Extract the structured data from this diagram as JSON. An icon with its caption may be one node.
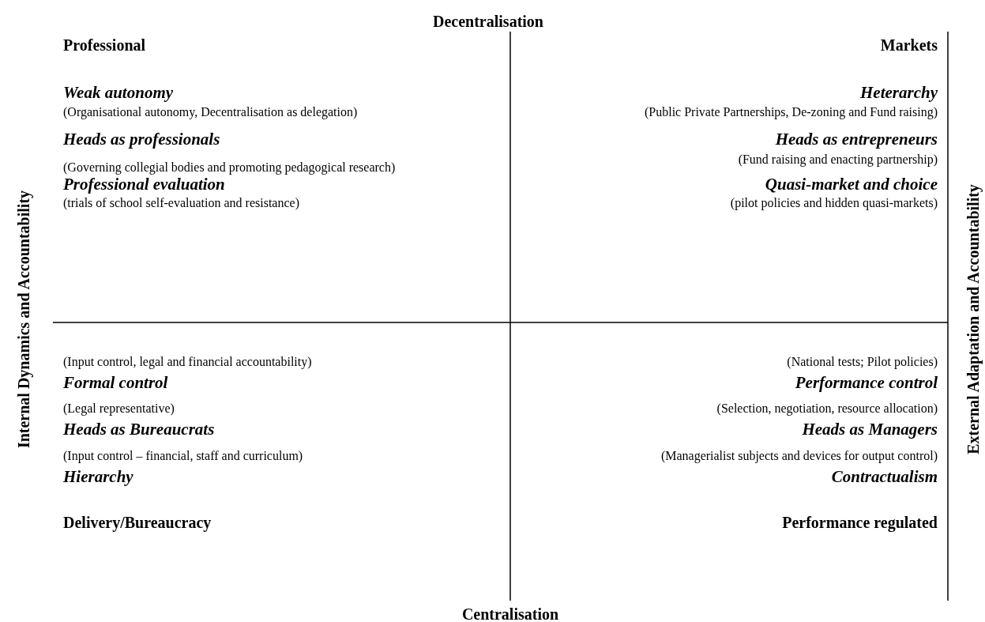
{
  "diagram": {
    "labels": [
      "Decentralisation",
      "Professional",
      "Markets",
      "Weak autonomy",
      "Heterarchy",
      "(Organisational autonomy, Decentralisation as delegation)",
      "(Public Private Partnerships, De-zoning and Fund raising)",
      "Heads as professionals",
      "Heads as entrepreneurs",
      "(Governing collegial bodies and promoting pedagogical research)",
      "(Fund raising and enacting partnership)",
      "Professional evaluation",
      "Quasi-market and choice",
      "(trials of school self-evaluation and resistance)",
      "(pilot policies and hidden quasi-markets)",
      "Internal Dynamics and Accountability",
      "External Adaptation and Accountability",
      "(Input control, legal and financial accountability)",
      "(National tests; Pilot policies)",
      "Formal control",
      "Performance control",
      "(Legal representative)",
      "(Selection, negotiation, resource allocation)",
      "Heads as Bureaucrats",
      "Heads as Managers",
      "(Input control – financial, staff and curriculum)",
      "(Managerialist subjects and devices for output control)",
      "Hierarchy",
      "Contractualism",
      "Delivery/Bureaucracy",
      "Performance regulated",
      "Centralisation"
    ]
  }
}
